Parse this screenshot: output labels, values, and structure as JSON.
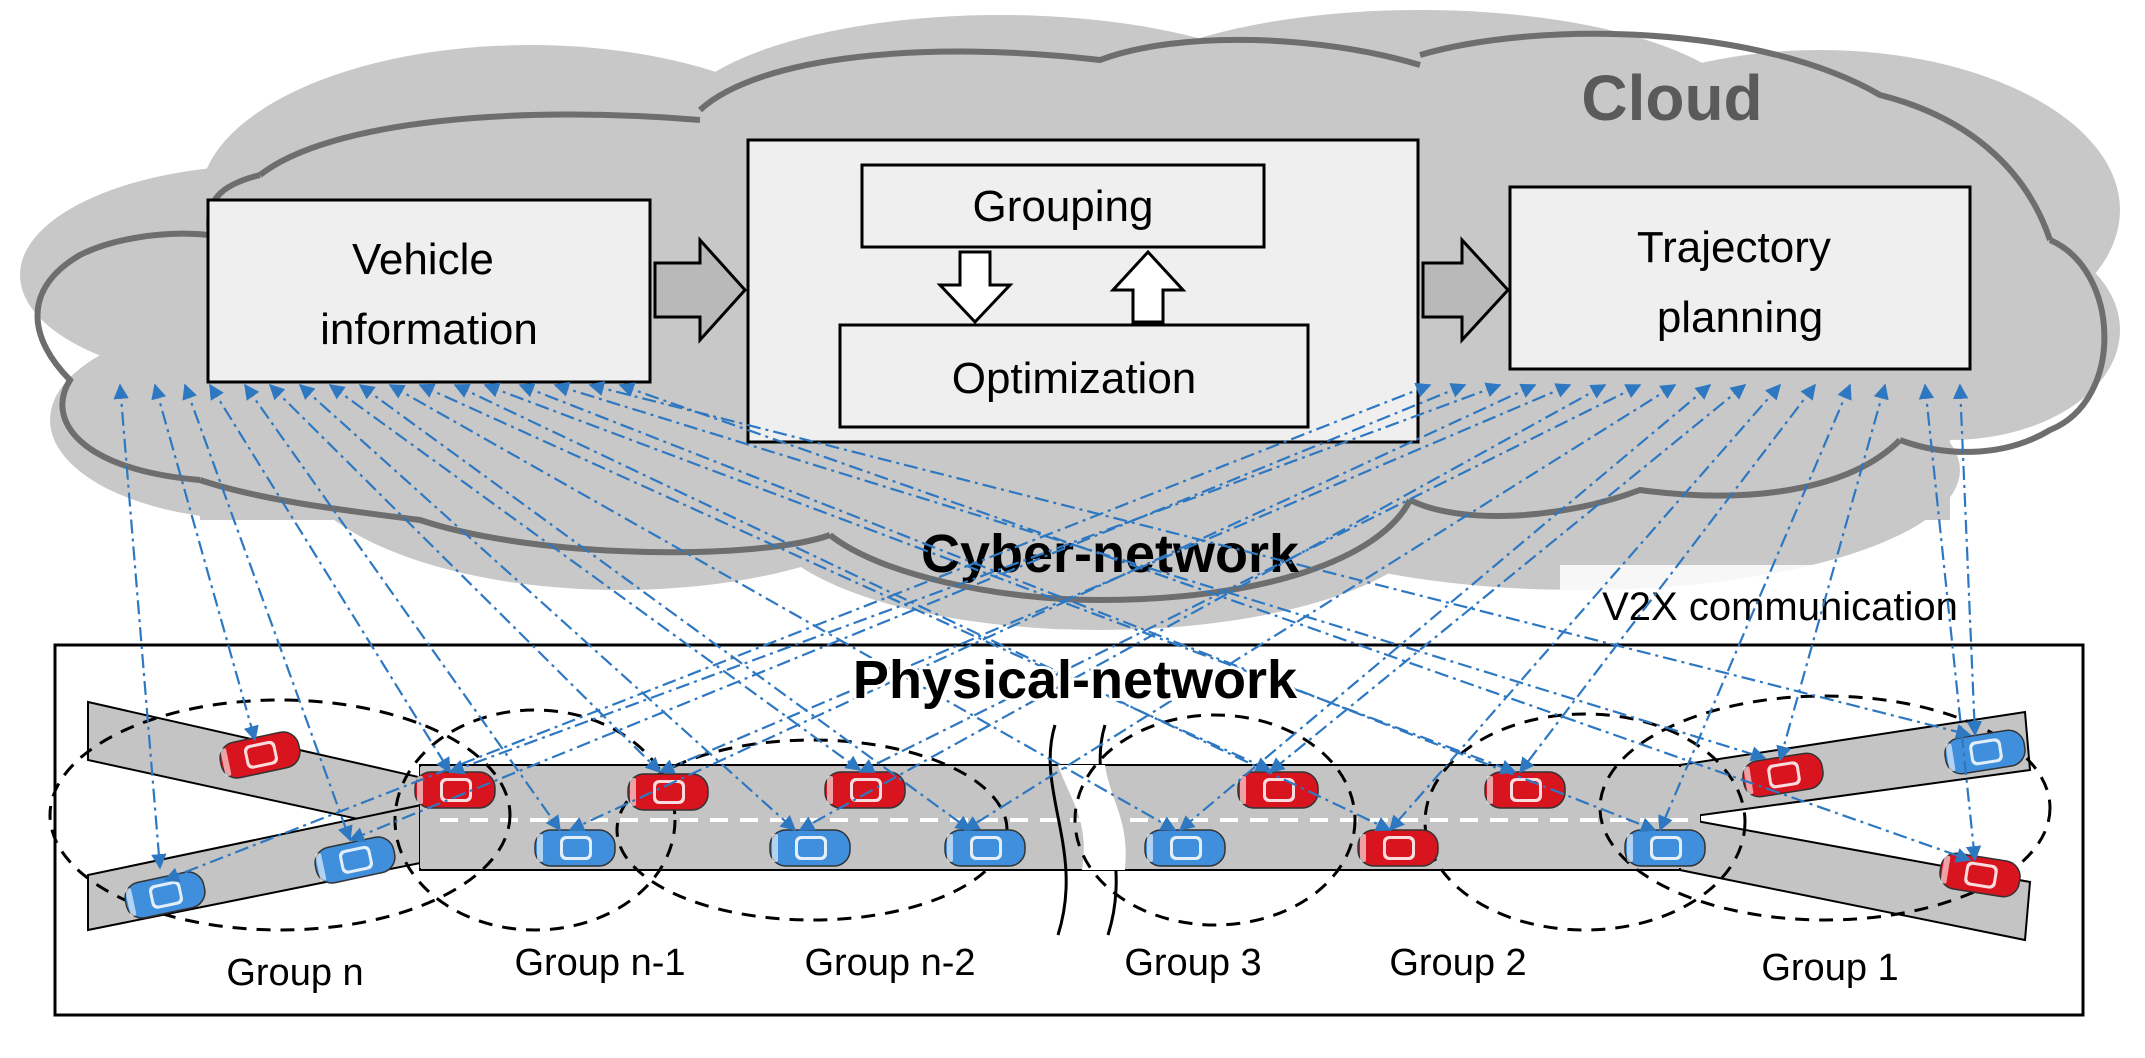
{
  "cloud": {
    "title": "Cloud",
    "subtitle": "Cyber-network",
    "fill": "#c8c8c8",
    "stroke": "#6e6e6e"
  },
  "boxes": {
    "vehicle_info": [
      "Vehicle",
      "information"
    ],
    "grouping": "Grouping",
    "optimization": "Optimization",
    "trajectory": [
      "Trajectory",
      "planning"
    ]
  },
  "links": {
    "label": "V2X communication",
    "color": "#2e78c2"
  },
  "physical": {
    "title": "Physical-network",
    "road_fill": "#c4c4c4"
  },
  "groups": [
    "Group n",
    "Group n-1",
    "Group n-2",
    "Group 3",
    "Group 2",
    "Group 1"
  ],
  "vehicles": {
    "connected_color": "#3f8fdc",
    "other_color": "#d8141e"
  }
}
